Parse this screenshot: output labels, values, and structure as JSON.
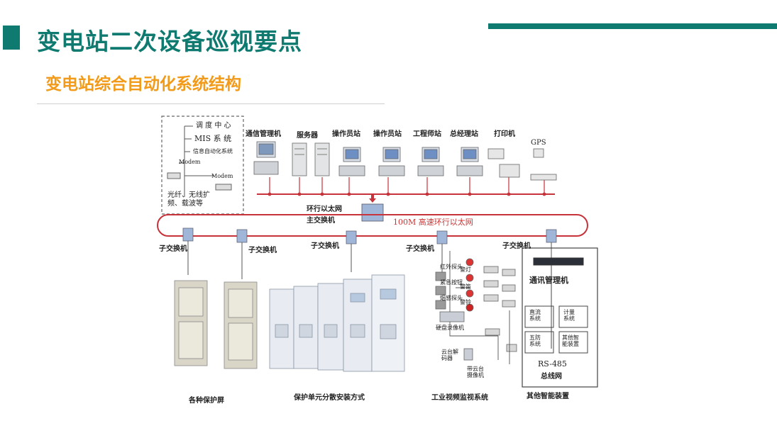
{
  "slide": {
    "title": "变电站二次设备巡视要点",
    "subtitle": "变电站综合自动化系统结构"
  },
  "diagram": {
    "remote_box": {
      "dispatch": "调 度 中 心",
      "mis": "MIS 系 统",
      "info": "信息自动化系统",
      "modem_left": "Modem",
      "modem_right": "Modem",
      "fiber": "光纤、无线扩\n频、载波等"
    },
    "stations": {
      "comm_manager": "通信管理机",
      "server": "服务器",
      "operator_1": "操作员站",
      "operator_2": "操作员站",
      "engineer": "工程师站",
      "chief": "总经理站",
      "printer": "打印机",
      "gps": "GPS"
    },
    "ring": {
      "ethernet": "环行以太网",
      "main_switch": "主交换机",
      "network": "100M 高速环行以太网",
      "sub_switches": [
        "子交换机",
        "子交换机",
        "子交换机",
        "子交换机",
        "子交换机"
      ]
    },
    "video": {
      "infrared": "红外探头",
      "alarm": "警灯",
      "emergency": "紧急按钮",
      "siren": "警笛",
      "smoke": "烟感探头",
      "spare": "警铃",
      "recorder": "硬盘录像机",
      "decoder": "云台解\n码器",
      "ptz_camera": "带云台\n摄像机"
    },
    "smart": {
      "comm_manager": "通讯管理机",
      "dc": "直流\n系统",
      "meter": "计量\n系统",
      "five_protect": "五防\n系统",
      "other": "其他智\n能装置",
      "rs485": "RS-485",
      "bus": "总线网"
    },
    "bottom_labels": {
      "protection_panels": "各种保护屏",
      "protection_units": "保护单元分散安装方式",
      "video_system": "工业视频监视系统",
      "smart_devices": "其他智能装置"
    }
  },
  "colors": {
    "teal": "#0e7a70",
    "orange": "#f29a1a",
    "bus_red": "#c8323a"
  }
}
